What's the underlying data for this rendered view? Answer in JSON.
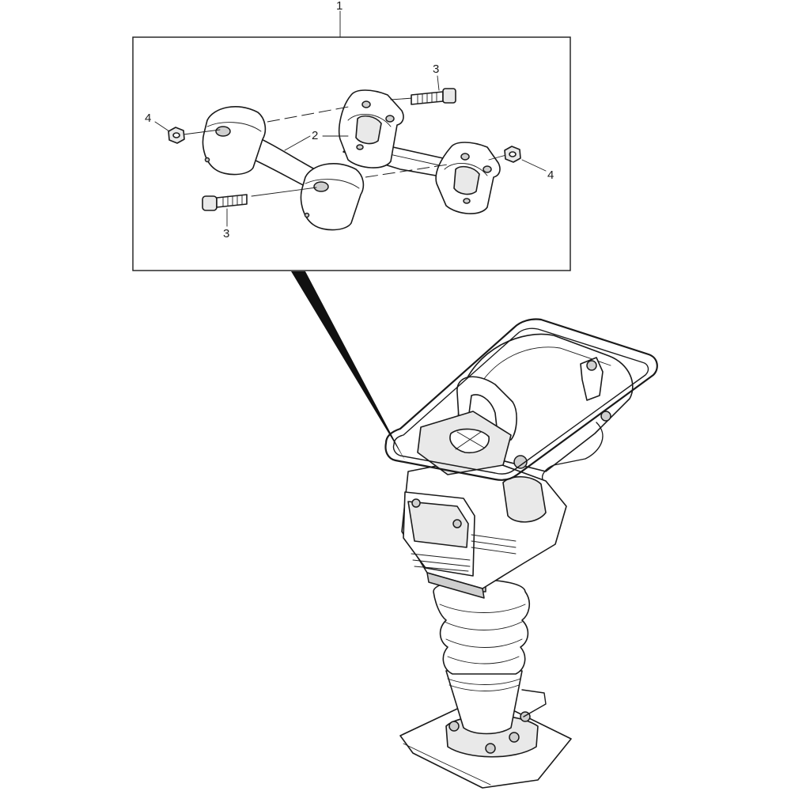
{
  "diagram": {
    "callouts": {
      "c1": "1",
      "c2": "2",
      "c3a": "3",
      "c3b": "3",
      "c4a": "4",
      "c4b": "4"
    }
  }
}
